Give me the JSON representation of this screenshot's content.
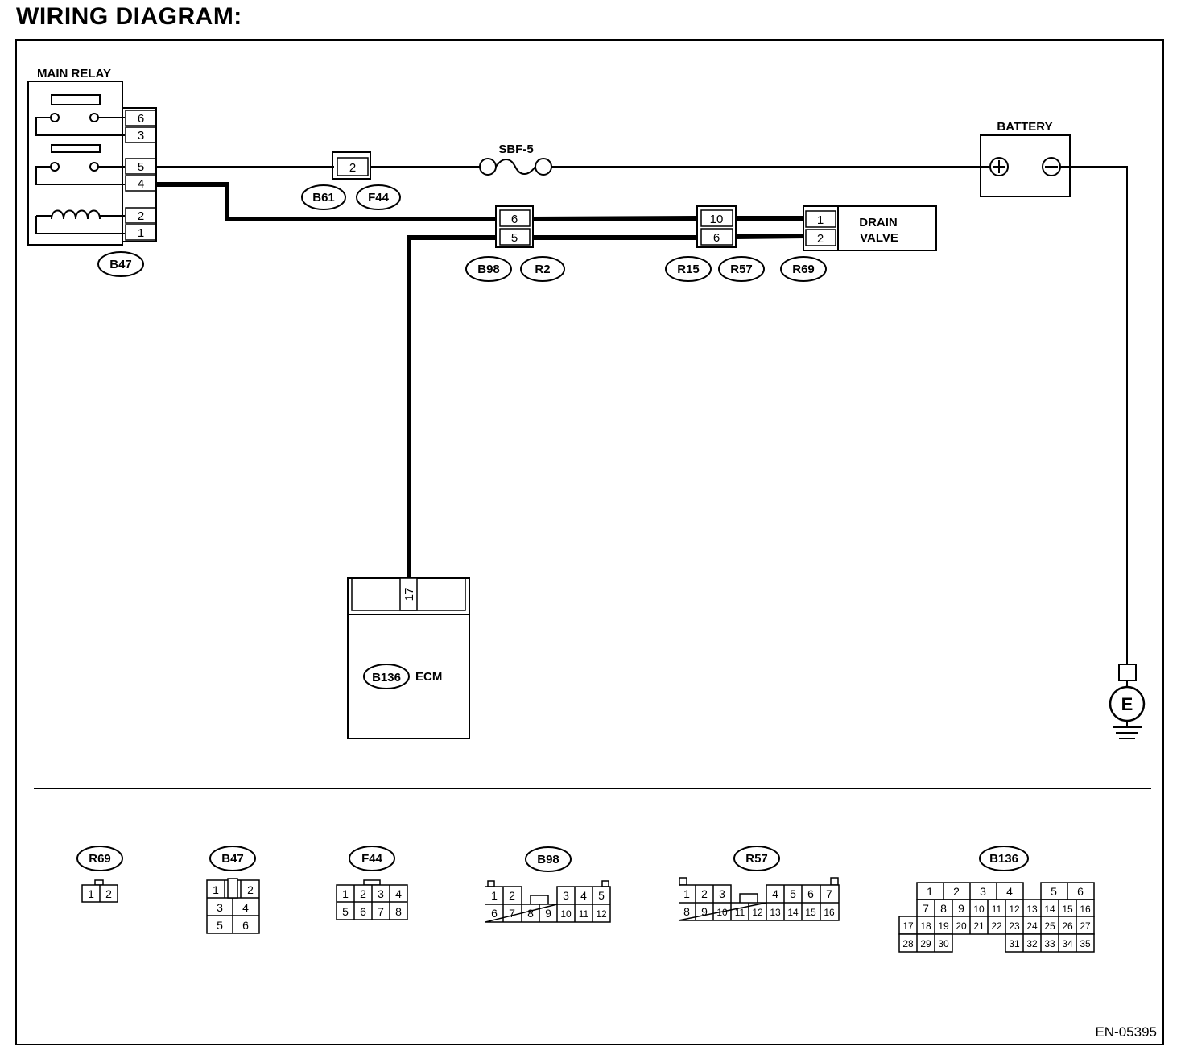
{
  "title": "WIRING DIAGRAM:",
  "doc_code": "EN-05395",
  "main_relay": {
    "label": "MAIN RELAY",
    "connector_id": "B47",
    "pins": [
      "6",
      "3",
      "5",
      "4",
      "2",
      "1"
    ]
  },
  "fuse": {
    "label": "SBF-5"
  },
  "battery": {
    "label": "BATTERY",
    "plus_symbol": "+",
    "minus_symbol": "−"
  },
  "ground": {
    "label": "E"
  },
  "joint_b61_f44": {
    "pin": "2",
    "ids": [
      "B61",
      "F44"
    ]
  },
  "joint_b98_r2": {
    "pins": [
      "6",
      "5"
    ],
    "ids": [
      "B98",
      "R2"
    ]
  },
  "joint_r15_r57": {
    "pins": [
      "10",
      "6"
    ],
    "ids": [
      "R15",
      "R57"
    ]
  },
  "drain_valve": {
    "label_line1": "DRAIN",
    "label_line2": "VALVE",
    "connector_id": "R69",
    "pins": [
      "1",
      "2"
    ]
  },
  "ecm": {
    "label": "ECM",
    "connector_id": "B136",
    "pin": "17"
  },
  "connector_faces": {
    "r69": {
      "id": "R69",
      "pins": [
        "1",
        "2"
      ]
    },
    "b47": {
      "id": "B47",
      "pins": [
        "1",
        "2",
        "3",
        "4",
        "5",
        "6"
      ]
    },
    "f44": {
      "id": "F44",
      "pins": [
        "1",
        "2",
        "3",
        "4",
        "5",
        "6",
        "7",
        "8"
      ]
    },
    "b98": {
      "id": "B98",
      "pins": [
        "1",
        "2",
        "3",
        "4",
        "5",
        "6",
        "7",
        "8",
        "9",
        "10",
        "11",
        "12"
      ]
    },
    "r57": {
      "id": "R57",
      "pins": [
        "1",
        "2",
        "3",
        "4",
        "5",
        "6",
        "7",
        "8",
        "9",
        "10",
        "11",
        "12",
        "13",
        "14",
        "15",
        "16"
      ]
    },
    "b136": {
      "id": "B136",
      "pins": [
        "1",
        "2",
        "3",
        "4",
        "5",
        "6",
        "7",
        "8",
        "9",
        "10",
        "11",
        "12",
        "13",
        "14",
        "15",
        "16",
        "17",
        "18",
        "19",
        "20",
        "21",
        "22",
        "23",
        "24",
        "25",
        "26",
        "27",
        "28",
        "29",
        "30",
        "31",
        "32",
        "33",
        "34",
        "35"
      ]
    }
  }
}
